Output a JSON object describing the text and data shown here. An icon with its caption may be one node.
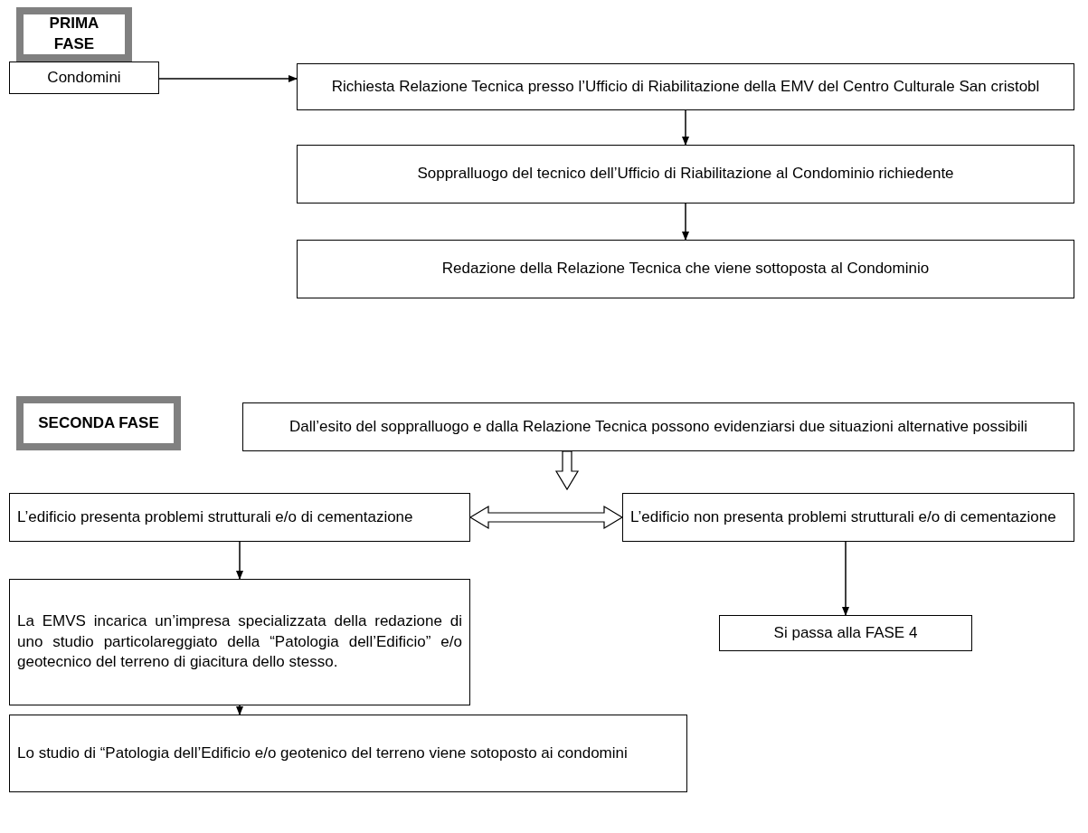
{
  "diagram": {
    "nodes": [
      {
        "text": [
          "PRIMA FASE"
        ]
      },
      {
        "text": [
          "Condomini"
        ]
      },
      {
        "text": [
          "Richiesta Relazione Tecnica presso l’Ufficio  di Riabilitazione della EMV del Centro Culturale San cristobl"
        ]
      },
      {
        "text": [
          "Soppralluogo del tecnico dell’Ufficio  di Riabilitazione al Condominio richiedente"
        ]
      },
      {
        "text": [
          "Redazione della Relazione Tecnica che viene sottoposta al Condominio"
        ]
      },
      {
        "text": [
          "SECONDA FASE"
        ]
      },
      {
        "text": [
          "Dall’esito del soppralluogo e dalla Relazione Tecnica possono evidenziarsi due situazioni alternative possibili"
        ]
      },
      {
        "text": [
          "L’edificio presenta problemi strutturali e/o di cementazione"
        ]
      },
      {
        "text": [
          "L’edificio non presenta problemi strutturali e/o di cementazione"
        ]
      },
      {
        "text": [
          "La EMVS incarica un’impresa specializzata della redazione di uno studio particolareggiato della “Patologia dell’Edificio” e/o geotecnico del terreno di giacitura dello stesso."
        ]
      },
      {
        "text": [
          "Si passa alla FASE 4"
        ]
      },
      {
        "text": [
          "Lo studio di “Patologia dell’Edificio e/o geotenico del terreno viene sotoposto ai condomini"
        ]
      }
    ],
    "edges": [
      {
        "from": 1,
        "to": 2,
        "arrow": "to"
      },
      {
        "from": 2,
        "to": 3,
        "arrow": "to"
      },
      {
        "from": 3,
        "to": 4,
        "arrow": "to"
      },
      {
        "from": 6,
        "to": null,
        "arrow": "to",
        "style": "thick"
      },
      {
        "from": 7,
        "to": 8,
        "arrow": "both",
        "style": "thick"
      },
      {
        "from": 7,
        "to": 9,
        "arrow": "to"
      },
      {
        "from": 8,
        "to": 10,
        "arrow": "to"
      },
      {
        "from": 9,
        "to": 11,
        "arrow": "to"
      }
    ]
  }
}
